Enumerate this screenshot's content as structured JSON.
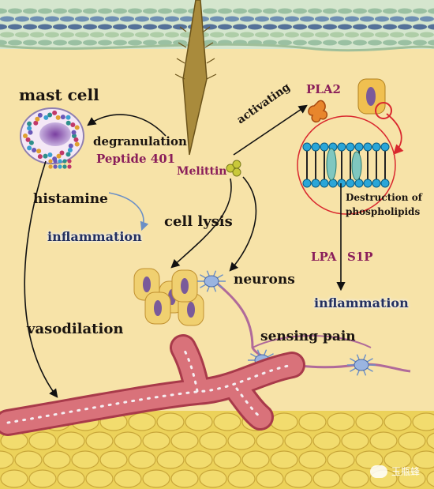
{
  "labels": {
    "mast_cell": "mast cell",
    "degranulation": "degranulation",
    "peptide_401": "Peptide 401",
    "activating": "activating",
    "pla2": "PLA2",
    "melittin": "Melittin",
    "histamine": "histamine",
    "inflammation_left": "inflammation",
    "cell_lysis": "cell lysis",
    "destruction_line1": "Destruction of",
    "destruction_line2": "phospholipids",
    "lpa": "LPA",
    "s1p": "S1P",
    "neurons": "neurons",
    "inflammation_right": "inflammation",
    "vasodilation": "vasodilation",
    "sensing_pain": "sensing pain"
  },
  "watermark": {
    "text": "玉瓶蜂"
  },
  "colors": {
    "background": "#f7e3a8",
    "skin_top": "#d5e6ce",
    "fat_layer": "#ecd25a",
    "blood_vessel": "#d9727a",
    "text_dark": "#1a1410",
    "text_purple": "#8a1e5a",
    "text_blue": "#24305e",
    "membrane_circle": "#d9272e"
  }
}
